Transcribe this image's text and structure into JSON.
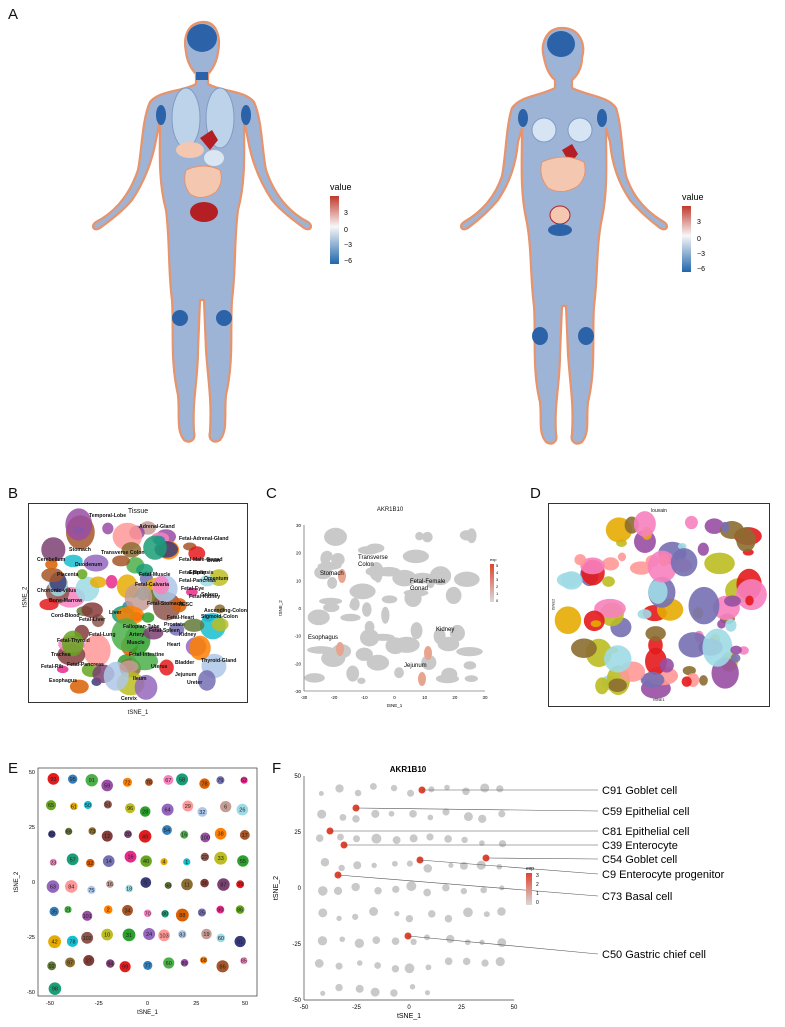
{
  "panel_labels": {
    "A": "A",
    "B": "B",
    "C": "C",
    "D": "D",
    "E": "E",
    "F": "F"
  },
  "colors": {
    "body_fill": "#9db4d6",
    "body_outline": "#f0a37b",
    "organ_dark": "#2b62a8",
    "organ_light": "#bcd3ea",
    "organ_red": "#b41f24",
    "organ_pink": "#f4c7b1",
    "scale_high": "#c0392b",
    "scale_mid": "#f7f7f7",
    "scale_low": "#2166ac",
    "cluster_grey": "#c9c9c9",
    "highlight_red": "#e0442f"
  },
  "panel_a": {
    "legend_title": "value",
    "male_ticks": [
      "3",
      "0",
      "−3",
      "−6"
    ],
    "female_ticks": [
      "3",
      "0",
      "−3",
      "−6"
    ]
  },
  "panel_b": {
    "title": "Tissue",
    "xlabel": "tSNE_1",
    "ylabel": "tSNE_2",
    "labels": [
      "Temporal-Lobe",
      "Adrenal-Gland",
      "Fetal-Adrenal-Gland",
      "Cerebellum",
      "Duodenum",
      "Stomach",
      "Transverse Colon",
      "Fetal-Male-Gonad",
      "Fetal-Muscle",
      "Brain",
      "Placenta",
      "Fetal-Calvaria",
      "Spleen",
      "Fetal-Pancreas",
      "Omentum",
      "Sigmoid-Colon",
      "Ascending-Colon",
      "Bone-Marrow",
      "Cord-Blood",
      "Liver",
      "hESC",
      "Fetal-Kidney",
      "Fetal-Eye",
      "Prostate",
      "Fetal-Thyroid",
      "Trachea",
      "Fetal-Lung",
      "Fetal-Intestine",
      "Fallopian-Tube",
      "Heart",
      "Kidney",
      "Bladder",
      "Thyroid-Gland",
      "Esophagus",
      "Fetal-Stomach",
      "Fetal-Pancreas",
      "Fetal-Rib",
      "Jejunum",
      "Ileum",
      "Ureter",
      "Cervix",
      "Artery",
      "Muscle",
      "Fetal-Liver",
      "Fetal-Heart",
      "Fetal-Spleen",
      "Uterus",
      "Fetal-Brain",
      "Epiphysis",
      "Chorionic-villus"
    ]
  },
  "panel_c": {
    "title": "AKR1B10",
    "xlabel": "tSNE_1",
    "ylabel": "tSNE_2",
    "legend_title": "exp",
    "legend_ticks": [
      "5",
      "4",
      "3",
      "2",
      "1",
      "0"
    ],
    "x_ticks": [
      "-30",
      "-20",
      "-10",
      "0",
      "10",
      "20",
      "30"
    ],
    "y_ticks": [
      "30",
      "20",
      "10",
      "0",
      "-10",
      "-20",
      "-30"
    ],
    "labels": [
      "Stomach",
      "Transverse\nColon",
      "Fetal-Female\nGonad",
      "Kidney",
      "Esophagus",
      "Jejunum"
    ]
  },
  "panel_d": {
    "title": "louvain",
    "xlabel": "tSNE1",
    "ylabel": "tSNE2"
  },
  "panel_e": {
    "xlabel": "tSNE_1",
    "ylabel": "tSNE_2",
    "x_ticks": [
      "-50",
      "-25",
      "0",
      "25",
      "50"
    ],
    "y_ticks": [
      "50",
      "25",
      "0",
      "-25",
      "-50"
    ],
    "cluster_ids": [
      "93",
      "95",
      "91",
      "59",
      "72",
      "76",
      "67",
      "58",
      "78",
      "79",
      "62",
      "65",
      "61",
      "50",
      "51",
      "96",
      "28",
      "64",
      "29",
      "32",
      "6",
      "26",
      "82",
      "89",
      "73",
      "12",
      "20",
      "49",
      "54",
      "16",
      "100",
      "38",
      "17",
      "23",
      "57",
      "92",
      "14",
      "16",
      "40",
      "4",
      "1",
      "22",
      "33",
      "55",
      "63",
      "84",
      "75",
      "16",
      "18",
      "5",
      "98",
      "11",
      "36",
      "87",
      "39",
      "35",
      "21",
      "101",
      "2",
      "34",
      "70",
      "80",
      "88",
      "25",
      "90",
      "86",
      "42",
      "78",
      "102",
      "10",
      "31",
      "24",
      "103",
      "83",
      "19",
      "60",
      "81",
      "92",
      "97",
      "27",
      "94",
      "99",
      "77",
      "60",
      "89",
      "68",
      "86",
      "85",
      "98"
    ]
  },
  "panel_f": {
    "title": "AKR1B10",
    "xlabel": "tSNE_1",
    "ylabel": "tSNE_2",
    "legend_title": "exp",
    "legend_ticks": [
      "3",
      "2",
      "1",
      "0"
    ],
    "x_ticks": [
      "-50",
      "-25",
      "0",
      "25",
      "50"
    ],
    "y_ticks": [
      "50",
      "25",
      "0",
      "-25",
      "-50"
    ],
    "callouts": [
      "C91 Goblet cell",
      "C59 Epithelial cell",
      "C81 Epithelial cell",
      "C39 Enterocyte",
      "C54 Goblet cell",
      "C9 Enterocyte progenitor",
      "C73 Basal cell",
      "C50 Gastric chief cell"
    ]
  }
}
